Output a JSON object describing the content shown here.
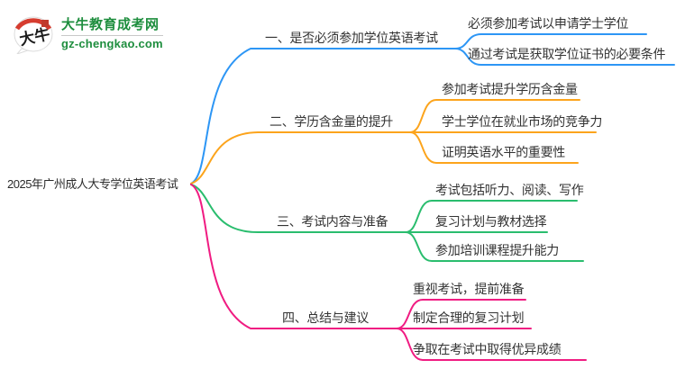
{
  "logo": {
    "site_name": "大牛教育成考网",
    "site_url": "gz-chengkao.com",
    "icon_text": "大牛",
    "brand_green": "#1e8e3e",
    "seal_red": "#d63c2f"
  },
  "palette": {
    "background": "#ffffff",
    "text": "#333333"
  },
  "mindmap": {
    "root": {
      "label": "2025年广州成人大专学位英语考试"
    },
    "branches": [
      {
        "label": "一、是否必须参加学位英语考试",
        "color": "#2d96f5",
        "children": [
          "必须参加考试以申请学士学位",
          "通过考试是获取学位证书的必要条件"
        ]
      },
      {
        "label": "二、学历含金量的提升",
        "color": "#fca41c",
        "children": [
          "参加考试提升学历含金量",
          "学士学位在就业市场的竞争力",
          "证明英语水平的重要性"
        ]
      },
      {
        "label": "三、考试内容与准备",
        "color": "#2abd6e",
        "children": [
          "考试包括听力、阅读、写作",
          "复习计划与教材选择",
          "参加培训课程提升能力"
        ]
      },
      {
        "label": "四、总结与建议",
        "color": "#f01c82",
        "children": [
          "重视考试，提前准备",
          "制定合理的复习计划",
          "争取在考试中取得优异成绩"
        ]
      }
    ]
  }
}
